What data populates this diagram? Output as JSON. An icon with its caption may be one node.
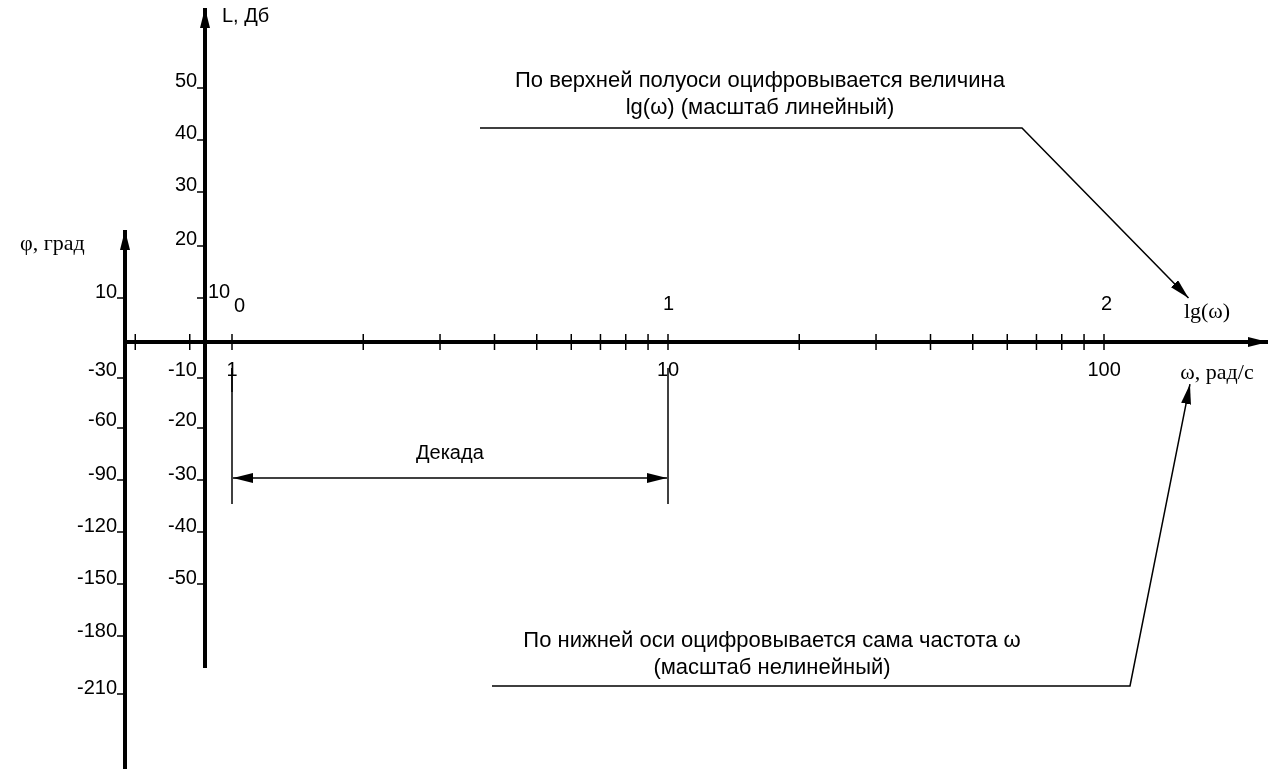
{
  "diagram": {
    "nodes": [
      {
        "text": [
          "По верхней полуоси оцифровывается величина lg(ω) (масштаб линейный)"
        ]
      },
      {
        "text": [
          "lg(ω)"
        ]
      },
      {
        "text": [
          "По нижней оси оцифровывается сама частота ω (масштаб нелинейный)"
        ]
      },
      {
        "text": [
          "ω, рад/с"
        ]
      }
    ],
    "edges": [
      {
        "from": 0,
        "to": 1,
        "arrow": "to"
      },
      {
        "from": 2,
        "to": 3,
        "arrow": "to"
      }
    ],
    "labels": [
      "L, Дб",
      "50",
      "40",
      "30",
      "20",
      "φ, град",
      "10",
      "10",
      "0",
      "1",
      "2",
      "-30",
      "-10",
      "1",
      "10",
      "100",
      "-60",
      "-20",
      "Декада",
      "-90",
      "-30",
      "-120",
      "-40",
      "-150",
      "-50",
      "-180",
      "-210"
    ]
  }
}
